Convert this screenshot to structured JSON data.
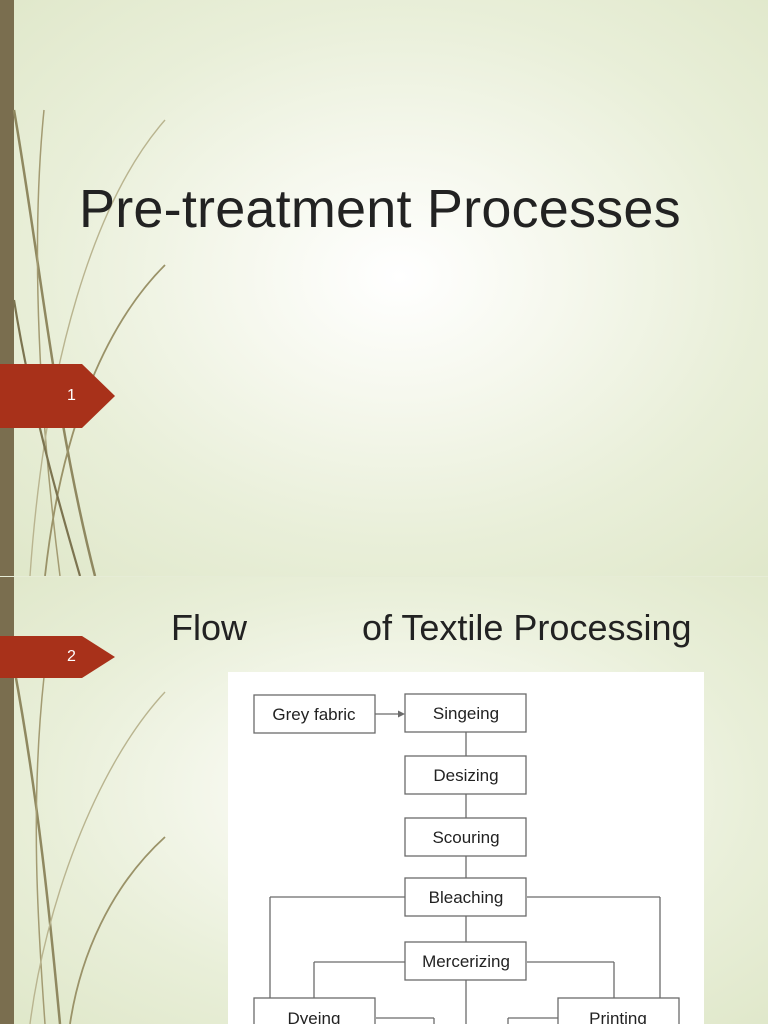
{
  "slide1": {
    "number": "1",
    "title": "Pre-treatment Processes"
  },
  "slide2": {
    "number": "2",
    "title_part1": "Flow",
    "title_part2": "of  Textile Processing",
    "flowchart": {
      "boxes": {
        "grey_fabric": "Grey fabric",
        "singeing": "Singeing",
        "desizing": "Desizing",
        "scouring": "Scouring",
        "bleaching": "Bleaching",
        "mercerizing": "Mercerizing",
        "dyeing": "Dyeing",
        "printing": "Printing"
      }
    }
  },
  "colors": {
    "accent_tab": "#a8311a",
    "left_bar": "#7a6e4f",
    "background": "#e6ecd6"
  }
}
